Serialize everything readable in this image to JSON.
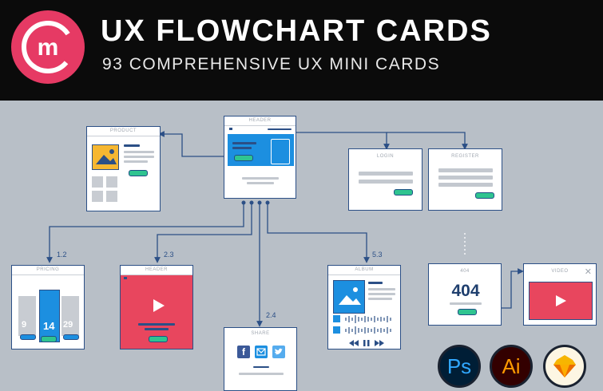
{
  "header": {
    "logo_letter": "m",
    "title": "UX FLOWCHART CARDS",
    "subtitle": "93 COMPREHENSIVE UX MINI CARDS"
  },
  "cards": {
    "product": "PRODUCT",
    "header_main": "HEADER",
    "login": "LOGIN",
    "register": "REGISTER",
    "pricing": "PRICING",
    "header_video": "HEADER",
    "share": "SHARE",
    "album": "ALBUM",
    "error": "404",
    "error_big": "404",
    "video": "VIDEO"
  },
  "pricing_values": [
    "9",
    "14",
    "29"
  ],
  "flow_labels": [
    "1.2",
    "2.3",
    "2.4",
    "5.3"
  ],
  "apps": [
    {
      "icon": "photoshop-icon",
      "label": "Ps",
      "color": "#31a8ff",
      "bg": "#001e36"
    },
    {
      "icon": "illustrator-icon",
      "label": "Ai",
      "color": "#ff9a00",
      "bg": "#330000"
    },
    {
      "icon": "sketch-icon",
      "label": "",
      "color": "#f7b500",
      "bg": "#fdf6e3"
    }
  ],
  "colors": {
    "accent_blue": "#2b4f86",
    "sky_blue": "#1c8fe0",
    "pink": "#e8465e",
    "green": "#2fc490",
    "yellow": "#f6b731"
  }
}
